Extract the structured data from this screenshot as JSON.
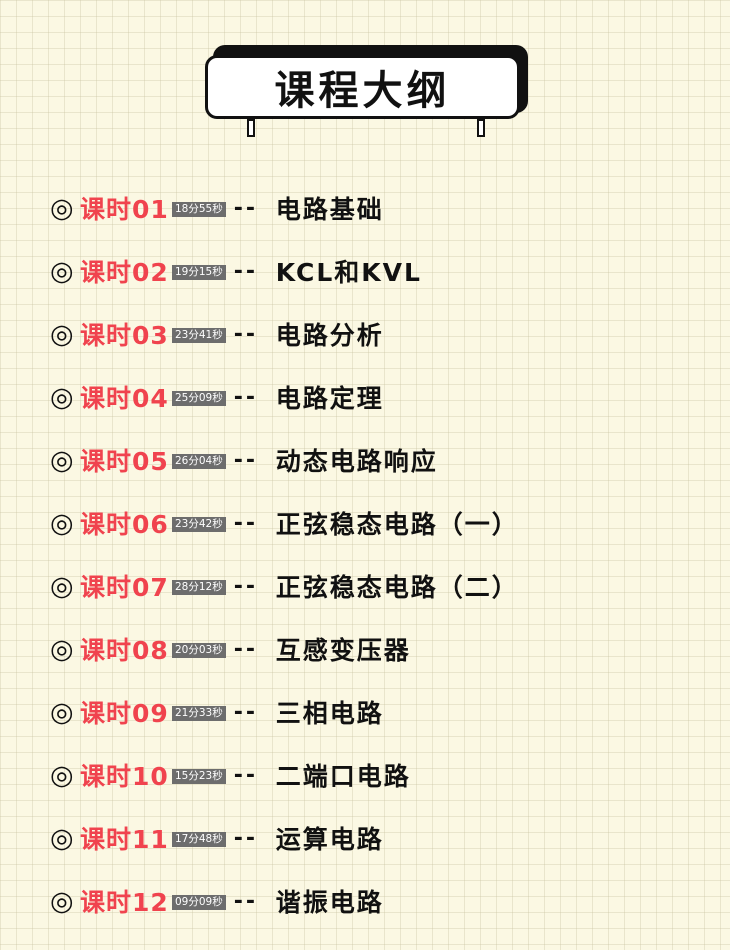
{
  "title": "课程大纲",
  "bullet_symbol": "◎",
  "separator": "--",
  "colors": {
    "accent": "#f0434e",
    "text": "#111111",
    "badge": "#6d6d6d",
    "background": "#fbf8e3"
  },
  "lessons": [
    {
      "label": "课时01",
      "duration": "18分55秒",
      "topic": "电路基础"
    },
    {
      "label": "课时02",
      "duration": "19分15秒",
      "topic": "KCL和KVL"
    },
    {
      "label": "课时03",
      "duration": "23分41秒",
      "topic": "电路分析"
    },
    {
      "label": "课时04",
      "duration": "25分09秒",
      "topic": "电路定理"
    },
    {
      "label": "课时05",
      "duration": "26分04秒",
      "topic": "动态电路响应"
    },
    {
      "label": "课时06",
      "duration": "23分42秒",
      "topic": "正弦稳态电路（一）"
    },
    {
      "label": "课时07",
      "duration": "28分12秒",
      "topic": "正弦稳态电路（二）"
    },
    {
      "label": "课时08",
      "duration": "20分03秒",
      "topic": "互感变压器"
    },
    {
      "label": "课时09",
      "duration": "21分33秒",
      "topic": "三相电路"
    },
    {
      "label": "课时10",
      "duration": "15分23秒",
      "topic": "二端口电路"
    },
    {
      "label": "课时11",
      "duration": "17分48秒",
      "topic": "运算电路"
    },
    {
      "label": "课时12",
      "duration": "09分09秒",
      "topic": "谐振电路"
    }
  ]
}
